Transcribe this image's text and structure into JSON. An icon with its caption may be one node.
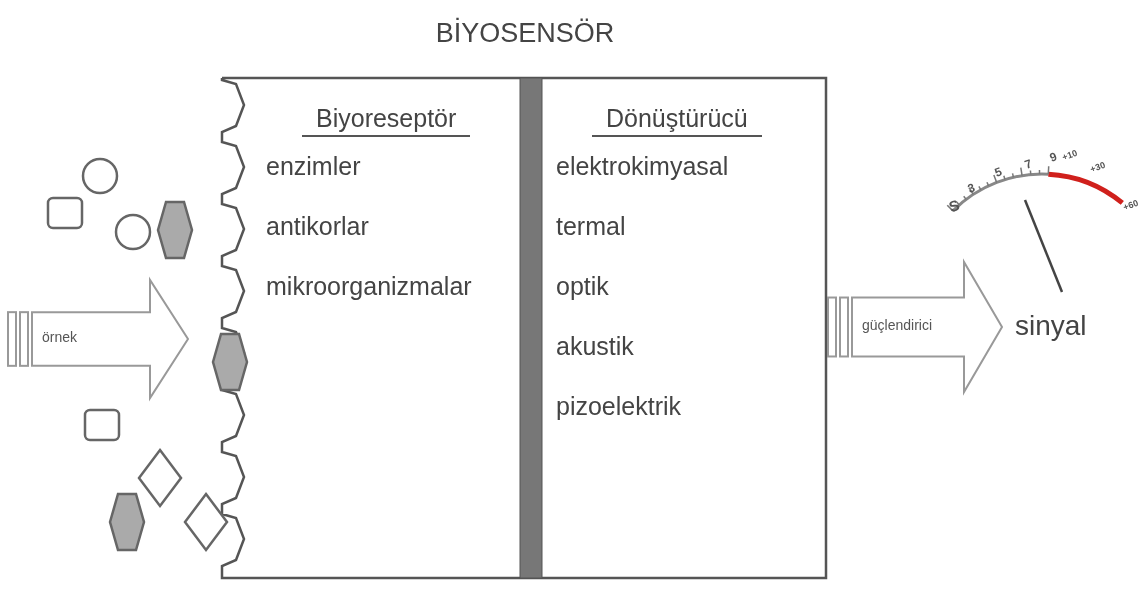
{
  "diagram": {
    "nodes": [
      {
        "text": [
          "BİYOSENSÖR"
        ]
      },
      {
        "text": [
          "Biyoreseptör",
          "enzimler",
          "antikorlar",
          "mikroorganizmalar"
        ],
        "in": 0
      },
      {
        "text": [
          "Dönüştürücü",
          "elektrokimyasal",
          "termal",
          "optik",
          "akustik",
          "pizoelektrik"
        ],
        "in": 0
      },
      {
        "text": [
          "örnek"
        ]
      },
      {
        "text": [
          "güçlendirici"
        ]
      },
      {
        "text": [
          "sinyal"
        ]
      }
    ],
    "labels": [
      "S",
      "3",
      "5",
      "7",
      "9",
      "+10",
      "+30",
      "+60"
    ]
  }
}
